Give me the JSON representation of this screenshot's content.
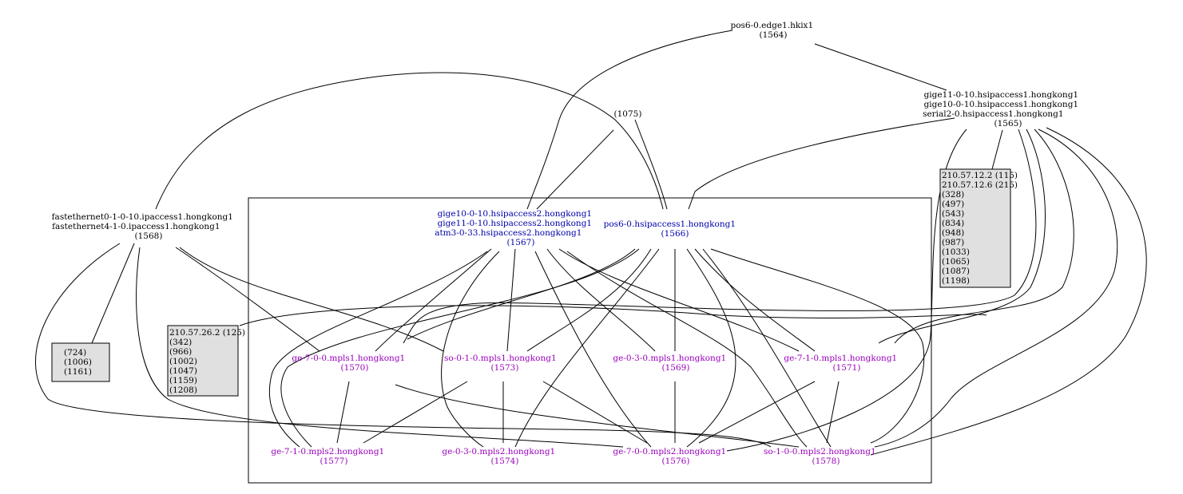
{
  "colors": {
    "external": "#000000",
    "hsipaccess": "#0000aa",
    "mpls": "#9900bb",
    "box_fill": "#e0e0e0"
  },
  "nodes": {
    "n1564": {
      "lines": [
        "pos6-0.edge1.hkix1",
        "(1564)"
      ]
    },
    "n1565": {
      "lines": [
        "gige11-0-10.hsipaccess1.hongkong1",
        "gige10-0-10.hsipaccess1.hongkong1",
        "serial2-0.hsipaccess1.hongkong1",
        "(1565)"
      ]
    },
    "n1568": {
      "lines": [
        "fastethernet0-1-0-10.ipaccess1.hongkong1",
        "fastethernet4-1-0.ipaccess1.hongkong1",
        "(1568)"
      ]
    },
    "n1567": {
      "lines": [
        "gige10-0-10.hsipaccess2.hongkong1",
        "gige11-0-10.hsipaccess2.hongkong1",
        "atm3-0-33.hsipaccess2.hongkong1",
        "(1567)"
      ]
    },
    "n1566": {
      "lines": [
        "pos6-0.hsipaccess1.hongkong1",
        "(1566)"
      ]
    },
    "n1570": {
      "lines": [
        "ge-7-0-0.mpls1.hongkong1",
        "(1570)"
      ]
    },
    "n1573": {
      "lines": [
        "so-0-1-0.mpls1.hongkong1",
        "(1573)"
      ]
    },
    "n1569": {
      "lines": [
        "ge-0-3-0.mpls1.hongkong1",
        "(1569)"
      ]
    },
    "n1571": {
      "lines": [
        "ge-7-1-0.mpls1.hongkong1",
        "(1571)"
      ]
    },
    "n1577": {
      "lines": [
        "ge-7-1-0.mpls2.hongkong1",
        "(1577)"
      ]
    },
    "n1574": {
      "lines": [
        "ge-0-3-0.mpls2.hongkong1",
        "(1574)"
      ]
    },
    "n1576": {
      "lines": [
        "ge-7-0-0.mpls2.hongkong1",
        "(1576)"
      ]
    },
    "n1578": {
      "lines": [
        "so-1-0-0.mpls2.hongkong1",
        "(1578)"
      ]
    },
    "n1075": {
      "lines": [
        "(1075)"
      ]
    }
  },
  "boxes": {
    "box_a": {
      "lines": [
        "210.57.12.2 (115)",
        "210.57.12.6 (215)",
        "(328)",
        "(497)",
        "(543)",
        "(834)",
        "(948)",
        "(987)",
        "(1033)",
        "(1065)",
        "(1087)",
        "(1198)"
      ]
    },
    "box_b": {
      "lines": [
        "210.57.26.2 (125)",
        "(342)",
        "(966)",
        "(1002)",
        "(1047)",
        "(1159)",
        "(1208)"
      ]
    },
    "box_c": {
      "lines": [
        "(724)",
        "(1006)",
        "(1161)"
      ]
    }
  }
}
